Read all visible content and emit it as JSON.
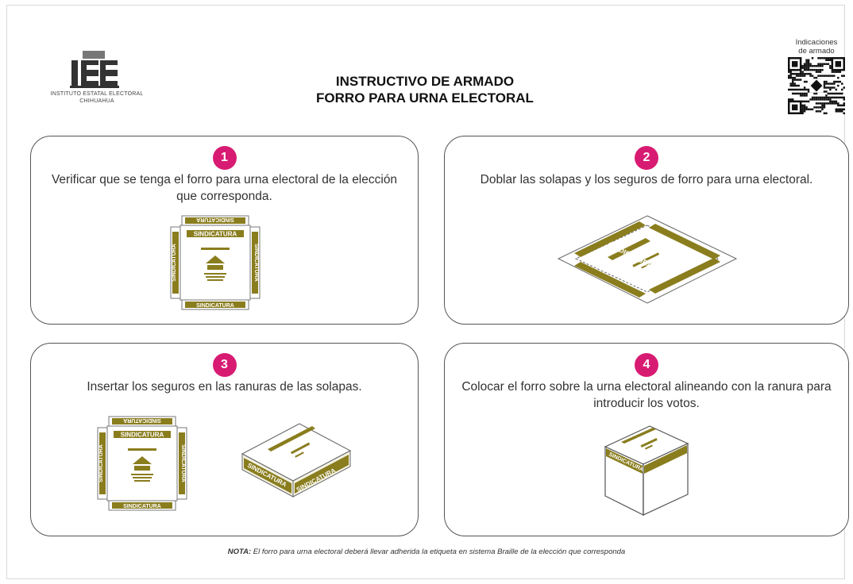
{
  "header": {
    "institute_name_line1": "INSTITUTO ESTATAL ELECTORAL",
    "institute_name_line2": "CHIHUAHUA",
    "title_line1": "INSTRUCTIVO DE ARMADO",
    "title_line2": "FORRO PARA URNA ELECTORAL",
    "qr_label_line1": "Indicaciones",
    "qr_label_line2": "de armado"
  },
  "steps": [
    {
      "number": "1",
      "text": "Verificar que se tenga el forro para urna electoral de la elección que corresponda."
    },
    {
      "number": "2",
      "text": "Doblar las solapas y los seguros de forro para urna electoral."
    },
    {
      "number": "3",
      "text": "Insertar los seguros en las ranuras de las solapas."
    },
    {
      "number": "4",
      "text": "Colocar el forro sobre la urna electoral alineando con la ranura para introducir los votos."
    }
  ],
  "illustration_label": "SINDICATURA",
  "note": {
    "label": "NOTA:",
    "text": " El forro para urna electoral deberá llevar adherida la etiqueta en sistema Braille de la elección que corresponda"
  },
  "colors": {
    "accent": "#d81b72",
    "print": "#8a7d1e",
    "border": "#555555"
  }
}
